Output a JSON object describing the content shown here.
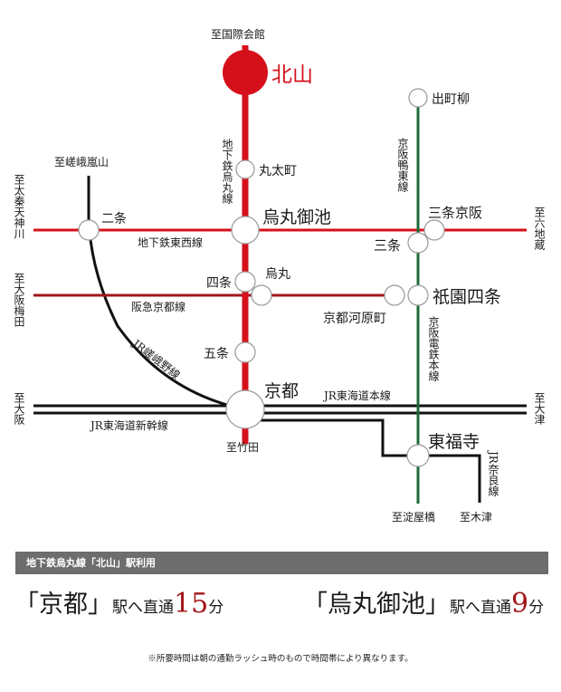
{
  "map": {
    "colors": {
      "subway": "#d5101b",
      "hankyu": "#a3151b",
      "keihan": "#1b6b35",
      "jr": "#111111",
      "station_fill": "#ffffff",
      "station_stroke": "#999999"
    },
    "directions": {
      "north": "至国際会館",
      "arashiyama": "至嵯峨嵐山",
      "uzumasa": "至太秦天神川",
      "rokujizo": "至六地蔵",
      "umeda": "至大阪梅田",
      "osaka": "至大阪",
      "otsu": "至大津",
      "takeda": "至竹田",
      "yodoyabashi": "至淀屋橋",
      "kotsu": "至木津"
    },
    "stations": {
      "kitayama": "北山",
      "demachiyanagi": "出町柳",
      "marutamachi": "丸太町",
      "karasuma_oike": "烏丸御池",
      "nijo": "二条",
      "sanjo_keihan": "三条京阪",
      "sanjo": "三条",
      "shijo": "四条",
      "karasuma": "烏丸",
      "kawaramachi": "京都河原町",
      "gion_shijo": "祇園四条",
      "gojo": "五条",
      "kyoto": "京都",
      "tofukuji": "東福寺"
    },
    "lines": {
      "karasuma": "地下鉄烏丸線",
      "tozai": "地下鉄東西線",
      "keihan_oto": "京阪鴨東線",
      "hankyu": "阪急京都線",
      "keihan_main": "京阪電鉄本線",
      "sagano": "JR嵯峨野線",
      "tokaido": "JR東海道本線",
      "shinkansen": "JR東海道新幹線",
      "nara": "JR奈良線"
    }
  },
  "info": {
    "banner": "地下鉄烏丸線「北山」駅利用",
    "routes": [
      {
        "open": "「",
        "dest": "京都",
        "close": "」",
        "suffix": "駅へ直通",
        "minutes": "15",
        "unit": "分"
      },
      {
        "open": "「",
        "dest": "烏丸御池",
        "close": "」",
        "suffix": "駅へ直通",
        "minutes": "9",
        "unit": "分"
      }
    ],
    "note": "※所要時間は朝の通勤ラッシュ時のもので時間帯により異なります。"
  }
}
